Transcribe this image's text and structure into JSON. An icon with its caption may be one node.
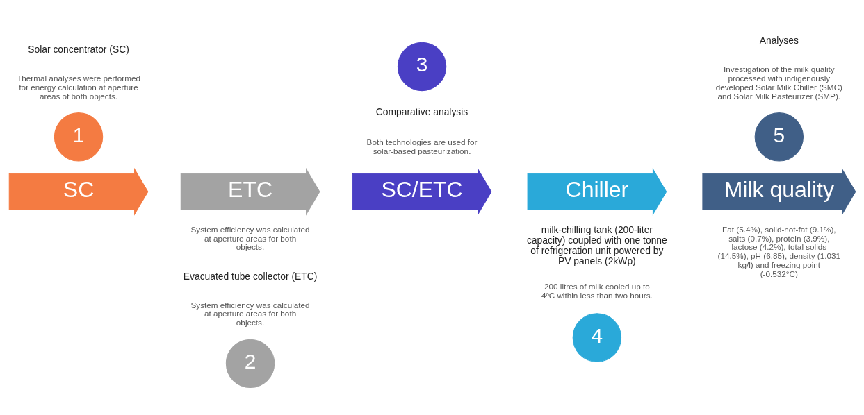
{
  "diagram": {
    "nodes": [
      {
        "text": [
          "1"
        ],
        "beside": [
          "Solar concentrator (SC)",
          "Thermal analyses were performed for energy calculation at aperture areas of both objects."
        ]
      },
      {
        "text": [
          "SC"
        ]
      },
      {
        "text": [
          "ETC"
        ],
        "beside": [
          "System efficiency was calculated at aperture areas for both objects."
        ]
      },
      {
        "text": [
          "2"
        ],
        "beside": [
          "Evacuated tube collector (ETC)",
          "System efficiency was calculated at aperture areas for both objects."
        ]
      },
      {
        "text": [
          "3"
        ],
        "beside": [
          "Comparative analysis",
          "Both technologies are used for solar-based pasteurization."
        ]
      },
      {
        "text": [
          "SC/ETC"
        ]
      },
      {
        "text": [
          "Chiller"
        ],
        "beside": [
          "milk-chilling tank (200-liter capacity) coupled with one tonne of refrigeration unit powered by PV panels (2kWp)",
          "200 litres of milk cooled up to 4ºC within less than two hours."
        ]
      },
      {
        "text": [
          "4"
        ]
      },
      {
        "text": [
          "5"
        ],
        "beside": [
          "Analyses",
          "Investigation of the milk quality processed with indigenously developed Solar Milk Chiller (SMC) and Solar Milk Pasteurizer (SMP)."
        ]
      },
      {
        "text": [
          "Milk quality"
        ],
        "beside": [
          "Fat (5.4%), solid-not-fat (9.1%), salts (0.7%), protein (3.9%), lactose (4.2%), total solids (14.5%), pH (6.85), density (1.031 kg/l) and freezing point (-0.532°C)"
        ]
      }
    ]
  }
}
